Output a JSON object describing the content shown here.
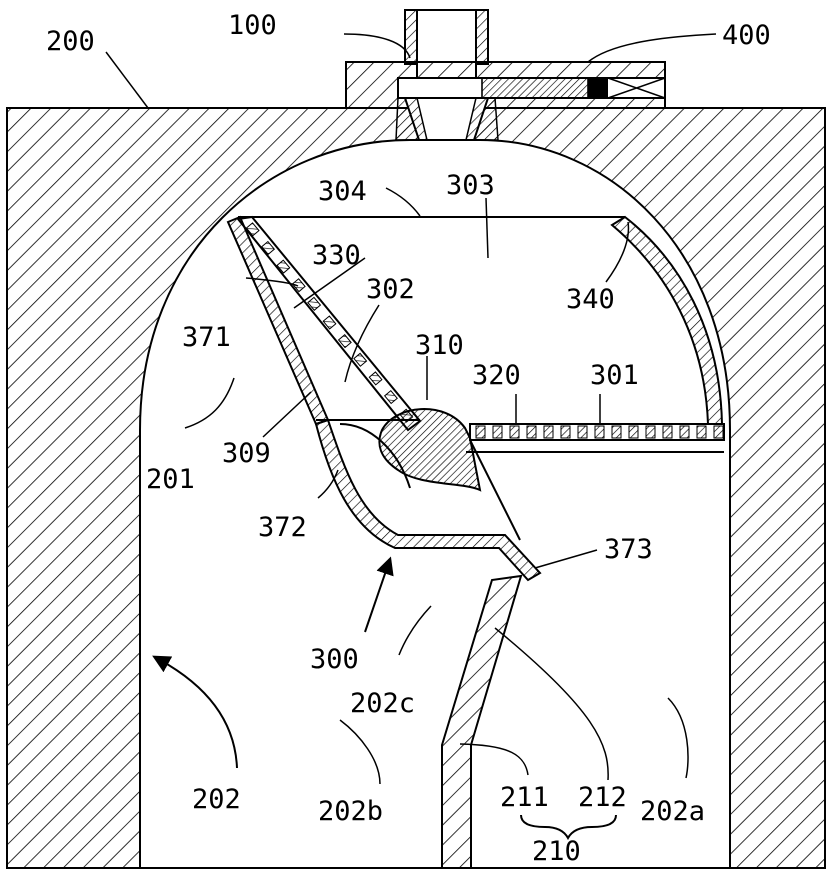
{
  "labels": {
    "l100": "100",
    "l200": "200",
    "l400": "400",
    "l304": "304",
    "l303": "303",
    "l330": "330",
    "l302": "302",
    "l340": "340",
    "l371": "371",
    "l310": "310",
    "l320": "320",
    "l301": "301",
    "l201": "201",
    "l309": "309",
    "l372": "372",
    "l373": "373",
    "l300": "300",
    "l202c": "202c",
    "l202": "202",
    "l202b": "202b",
    "l211": "211",
    "l212": "212",
    "l202a": "202a",
    "l210": "210"
  },
  "colors": {
    "line": "#000000",
    "background": "#ffffff"
  }
}
